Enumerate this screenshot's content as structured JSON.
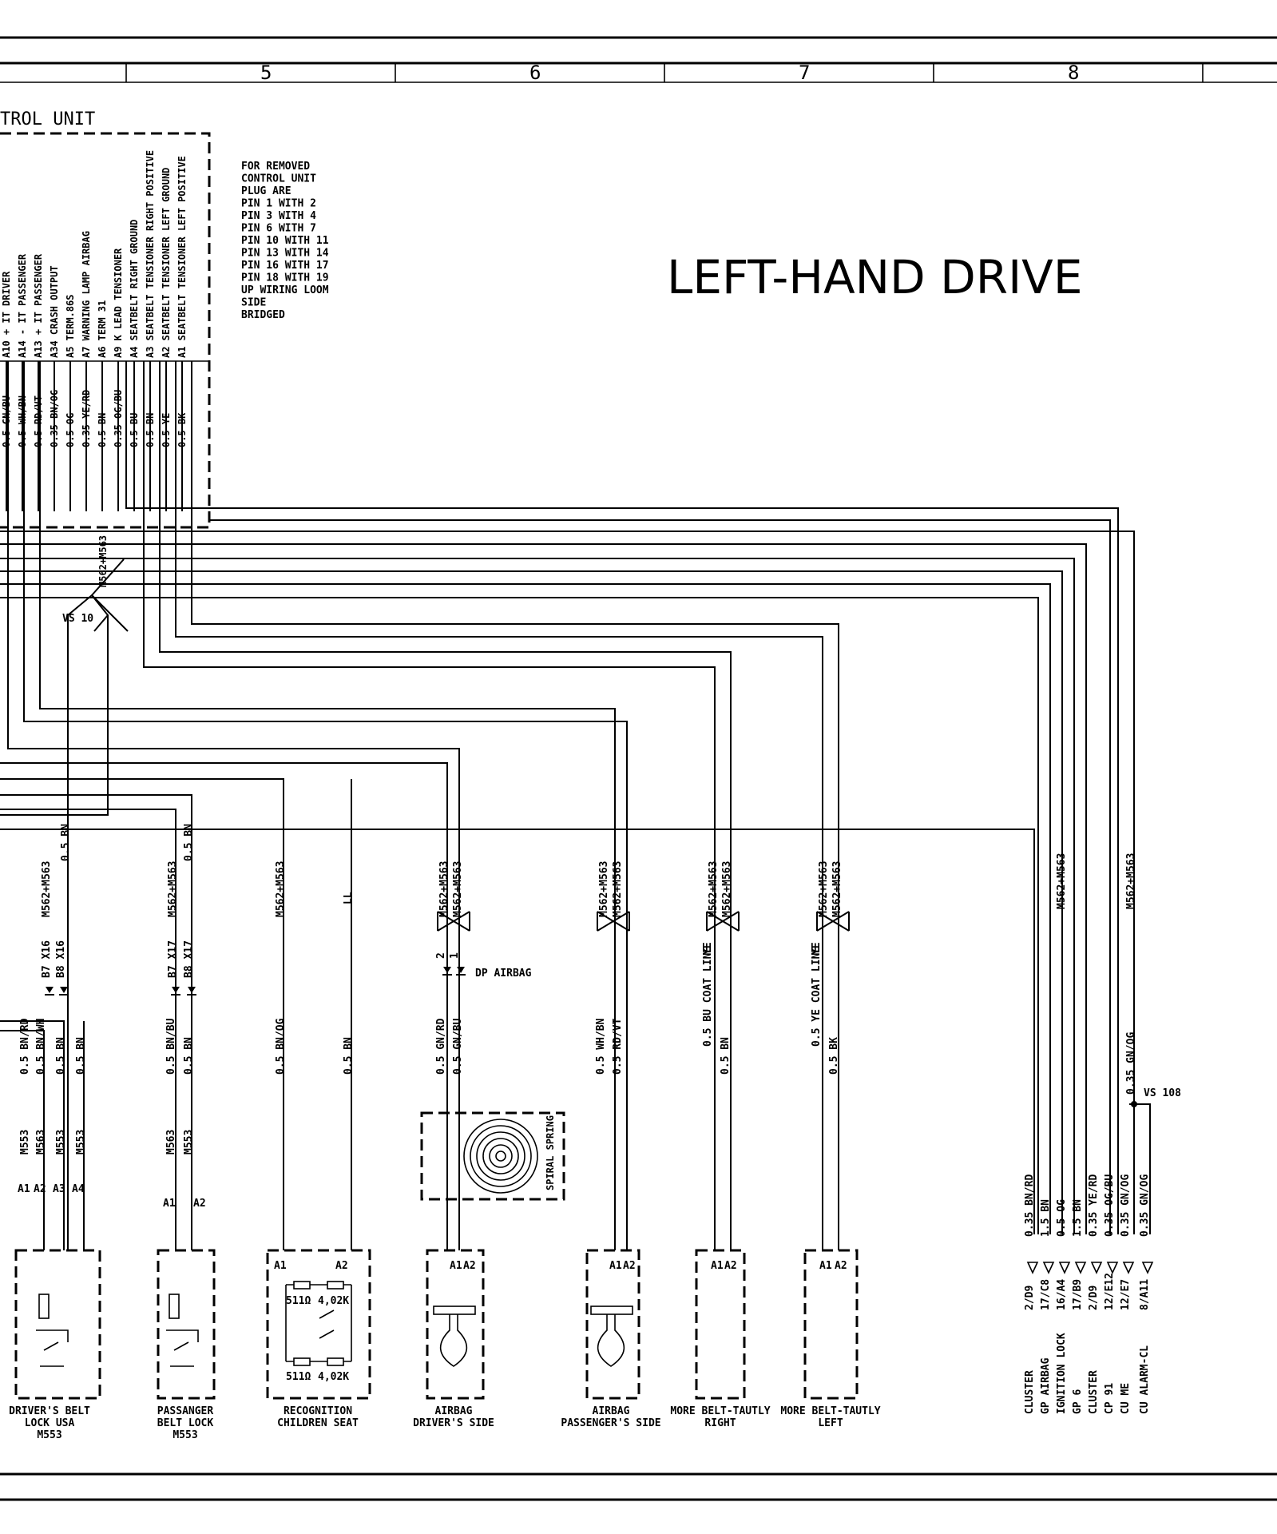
{
  "grid": {
    "columns": [
      "5",
      "6",
      "7",
      "8"
    ]
  },
  "control_unit": {
    "title": "TROL UNIT",
    "pins": [
      {
        "pin": "A10",
        "label": "+ IT DRIVER",
        "wire": "0.5 GN/BU"
      },
      {
        "pin": "A14",
        "label": "- IT PASSENGER",
        "wire": "0.5 WH/BN"
      },
      {
        "pin": "A13",
        "label": "+ IT PASSENGER",
        "wire": "0.5 RD/VT"
      },
      {
        "pin": "A34",
        "label": "CRASH OUTPUT",
        "wire": "0.35 BN/OG"
      },
      {
        "pin": "A5",
        "label": "TERM.86S",
        "wire": "0.5 OG"
      },
      {
        "pin": "A7",
        "label": "WARNING LAMP AIRBAG",
        "wire": "0.35 YE/RD"
      },
      {
        "pin": "A6",
        "label": "TERM 31",
        "wire": "0.5 BN"
      },
      {
        "pin": "A9",
        "label": "K LEAD TENSIONER",
        "wire": "0.35 OG/BU"
      },
      {
        "pin": "A4",
        "label": "SEATBELT RIGHT GROUND",
        "wire": "0.5 BU"
      },
      {
        "pin": "A3",
        "label": "SEATBELT TENSIONER RIGHT POSITIVE",
        "wire": "0.5 BN"
      },
      {
        "pin": "A2",
        "label": "SEATBELT TENSIONER LEFT GROUND",
        "wire": "0.5 YE"
      },
      {
        "pin": "A1",
        "label": "SEATBELT TENSIONER LEFT POSITIVE",
        "wire": "0.5 BK"
      }
    ]
  },
  "note": {
    "lines": [
      "FOR REMOVED",
      "CONTROL UNIT",
      "PLUG    ARE",
      "PIN  1  WITH 2",
      "PIN  3  WITH 4",
      "PIN  6  WITH 7",
      "PIN 10  WITH 11",
      "PIN 13  WITH 14",
      "PIN 16  WITH 17",
      "PIN 18  WITH 19",
      "UP  WIRING LOOM",
      "SIDE",
      "BRIDGED"
    ]
  },
  "heading": "LEFT-HAND DRIVE",
  "splices": {
    "vs10": "VS 10",
    "vs108": "VS 108",
    "m562_m563": "M562+M563"
  },
  "wire_texts": {
    "bn_05": "0.5 BN",
    "ll": "LL",
    "b7x16": "B7 X16",
    "b8x16": "B8 X16",
    "b7x17": "B7 X17",
    "b8x17": "B8 X17",
    "dp_airbag": "DP AIRBAG",
    "pin2": "2",
    "pin1": "1",
    "ye": "YE",
    "coat_bu": "0.5 BU  COAT LINE",
    "coat_ye": "0.5 YE  COAT LINE",
    "bnrd": "0.5 BN/RD",
    "bnwh": "0.5 BN/WH",
    "bnbu": "0.5 BN/BU",
    "bnog": "0.5 BN/OG",
    "gnrd": "0.5 GN/RD",
    "gnbu": "0.5 GN/BU",
    "whbn": "0.5 WH/BN",
    "rdvt": "0.5 RD/VT",
    "bk": "0.5 BK",
    "m553": "M553",
    "m563": "M563",
    "gnog": "0.35 GN/OG",
    "spiral": "SPIRAL SPRING"
  },
  "pin_labels": {
    "a1": "A1",
    "a2": "A2",
    "a3": "A3",
    "a4": "A4"
  },
  "resistors": {
    "r1": "511Ω",
    "r2": "4,02K"
  },
  "components": [
    {
      "id": "drivers-belt",
      "label1": "DRIVER'S BELT",
      "label2": "LOCK USA",
      "label3": "M553"
    },
    {
      "id": "passenger-belt",
      "label1": "PASSANGER",
      "label2": "BELT LOCK",
      "label3": "M553"
    },
    {
      "id": "recognition",
      "label1": "RECOGNITION",
      "label2": "CHILDREN SEAT",
      "label3": ""
    },
    {
      "id": "airbag-driver",
      "label1": "AIRBAG",
      "label2": "DRIVER'S SIDE",
      "label3": ""
    },
    {
      "id": "airbag-passenger",
      "label1": "AIRBAG",
      "label2": "PASSENGER'S SIDE",
      "label3": ""
    },
    {
      "id": "belt-right",
      "label1": "MORE  BELT-TAUTLY",
      "label2": "RIGHT",
      "label3": ""
    },
    {
      "id": "belt-left",
      "label1": "MORE  BELT-TAUTLY",
      "label2": "LEFT",
      "label3": ""
    }
  ],
  "outputs": [
    {
      "wire": "0.35 BN/RD",
      "conn": "2/D9",
      "target": "CLUSTER"
    },
    {
      "wire": "1.5 BN",
      "conn": "17/C8",
      "target": "GP AIRBAG"
    },
    {
      "wire": "0.5 OG",
      "conn": "16/A4",
      "target": "IGNITION LOCK"
    },
    {
      "wire": "1.5 BN",
      "conn": "17/B9",
      "target": "GP 6"
    },
    {
      "wire": "0.35 YE/RD",
      "conn": "2/D9",
      "target": "CLUSTER"
    },
    {
      "wire": "0.35 OG/BU",
      "conn": "12/E12",
      "target": "CP 91"
    },
    {
      "wire": "0.35 GN/OG",
      "conn": "12/E7",
      "target": "CU ME"
    },
    {
      "wire": "0.35 GN/OG",
      "conn": "8/A11",
      "target": "CU ALARM-CL"
    }
  ]
}
